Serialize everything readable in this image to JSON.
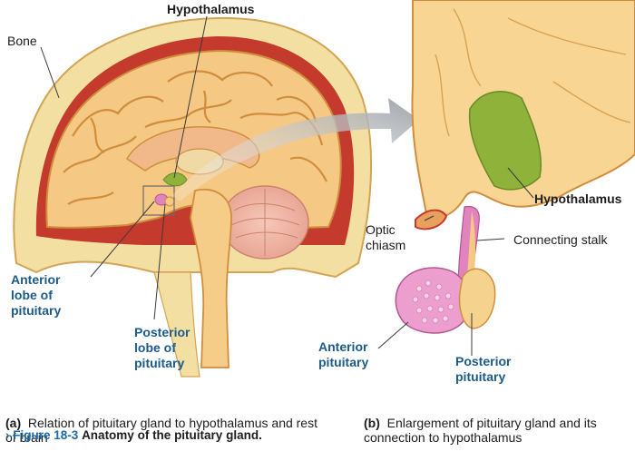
{
  "labels": {
    "hypothalamus_top": "Hypothalamus",
    "bone": "Bone",
    "anterior_lobe": [
      "Anterior",
      "lobe of",
      "pituitary"
    ],
    "posterior_lobe": [
      "Posterior",
      "lobe of",
      "pituitary"
    ],
    "hypothalamus_right": "Hypothalamus",
    "optic_chiasm": [
      "Optic",
      "chiasm"
    ],
    "connecting_stalk": "Connecting stalk",
    "anterior_pituitary": [
      "Anterior",
      "pituitary"
    ],
    "posterior_pituitary": [
      "Posterior",
      "pituitary"
    ]
  },
  "captions": {
    "a_letter": "(a)",
    "a_text": "Relation of pituitary gland to hypothalamus and rest of brain",
    "b_letter": "(b)",
    "b_text": "Enlargement of pituitary gland and its connection to hypothalamus"
  },
  "figure": {
    "number": "Figure 18-3",
    "title": "Anatomy of the pituitary gland."
  },
  "colors": {
    "bone": "#f3dfa2",
    "dura": "#c43a2c",
    "brain": "#f5c883",
    "brain_outline": "#cf8e3e",
    "hypothalamus": "#8fb23a",
    "pituitary_pink": "#e183bf",
    "label_blue": "#1c5a8a",
    "arrow_gray": "#a9adb1"
  }
}
